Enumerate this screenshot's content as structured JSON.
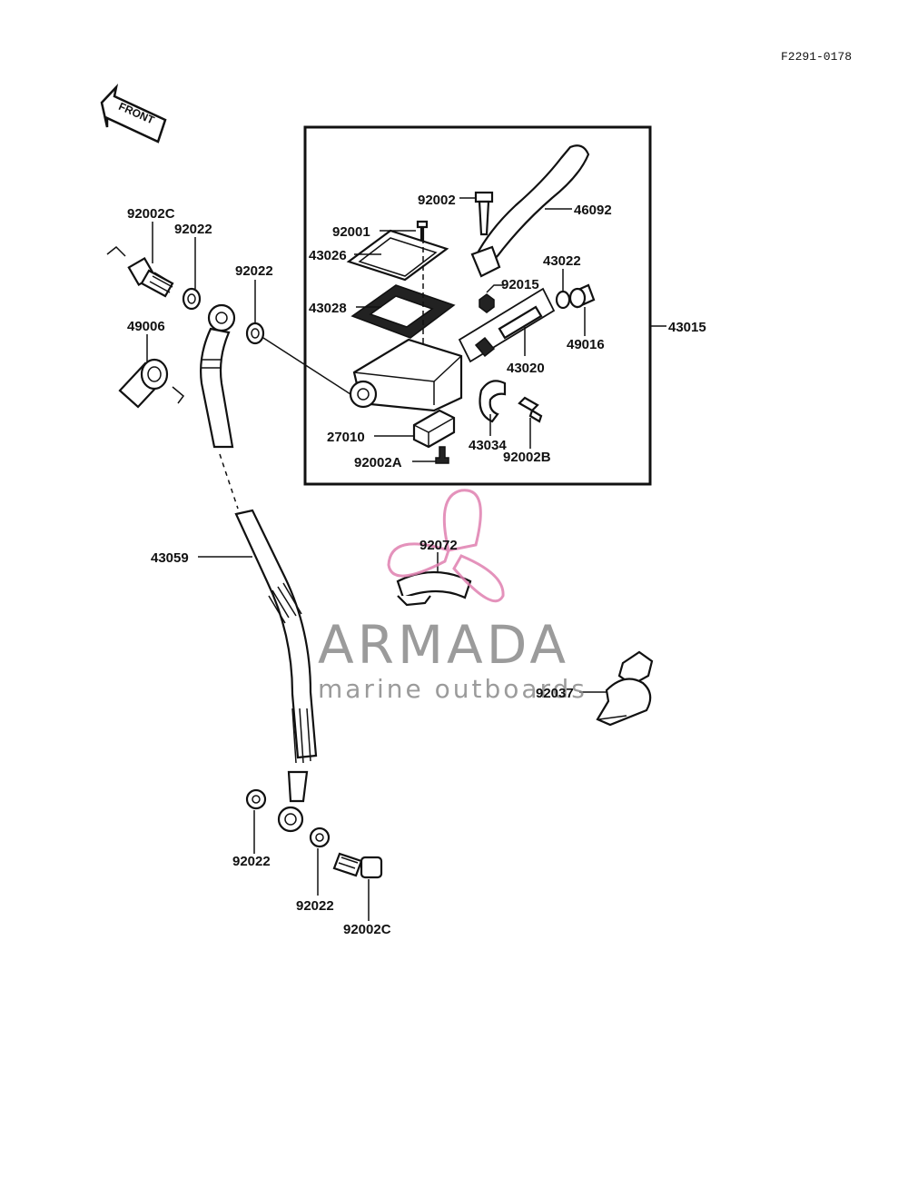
{
  "diagram_code": "F2291-0178",
  "front_label": "FRONT",
  "watermark": {
    "brand": "ARMADA",
    "tagline": "marine outboards",
    "accent_color": "#e07fb0"
  },
  "parts": {
    "p92002C_top": "92002C",
    "p92022_a": "92022",
    "p92022_b": "92022",
    "p49006": "49006",
    "p43059": "43059",
    "p92022_c": "92022",
    "p92022_d": "92022",
    "p92002C_bottom": "92002C",
    "p92002": "92002",
    "p46092": "46092",
    "p92001": "92001",
    "p43026": "43026",
    "p43028": "43028",
    "p43022": "43022",
    "p92015": "92015",
    "p43015": "43015",
    "p49016": "49016",
    "p43020": "43020",
    "p27010": "27010",
    "p43034": "43034",
    "p92002A": "92002A",
    "p92002B": "92002B",
    "p92072": "92072",
    "p92037": "92037"
  }
}
